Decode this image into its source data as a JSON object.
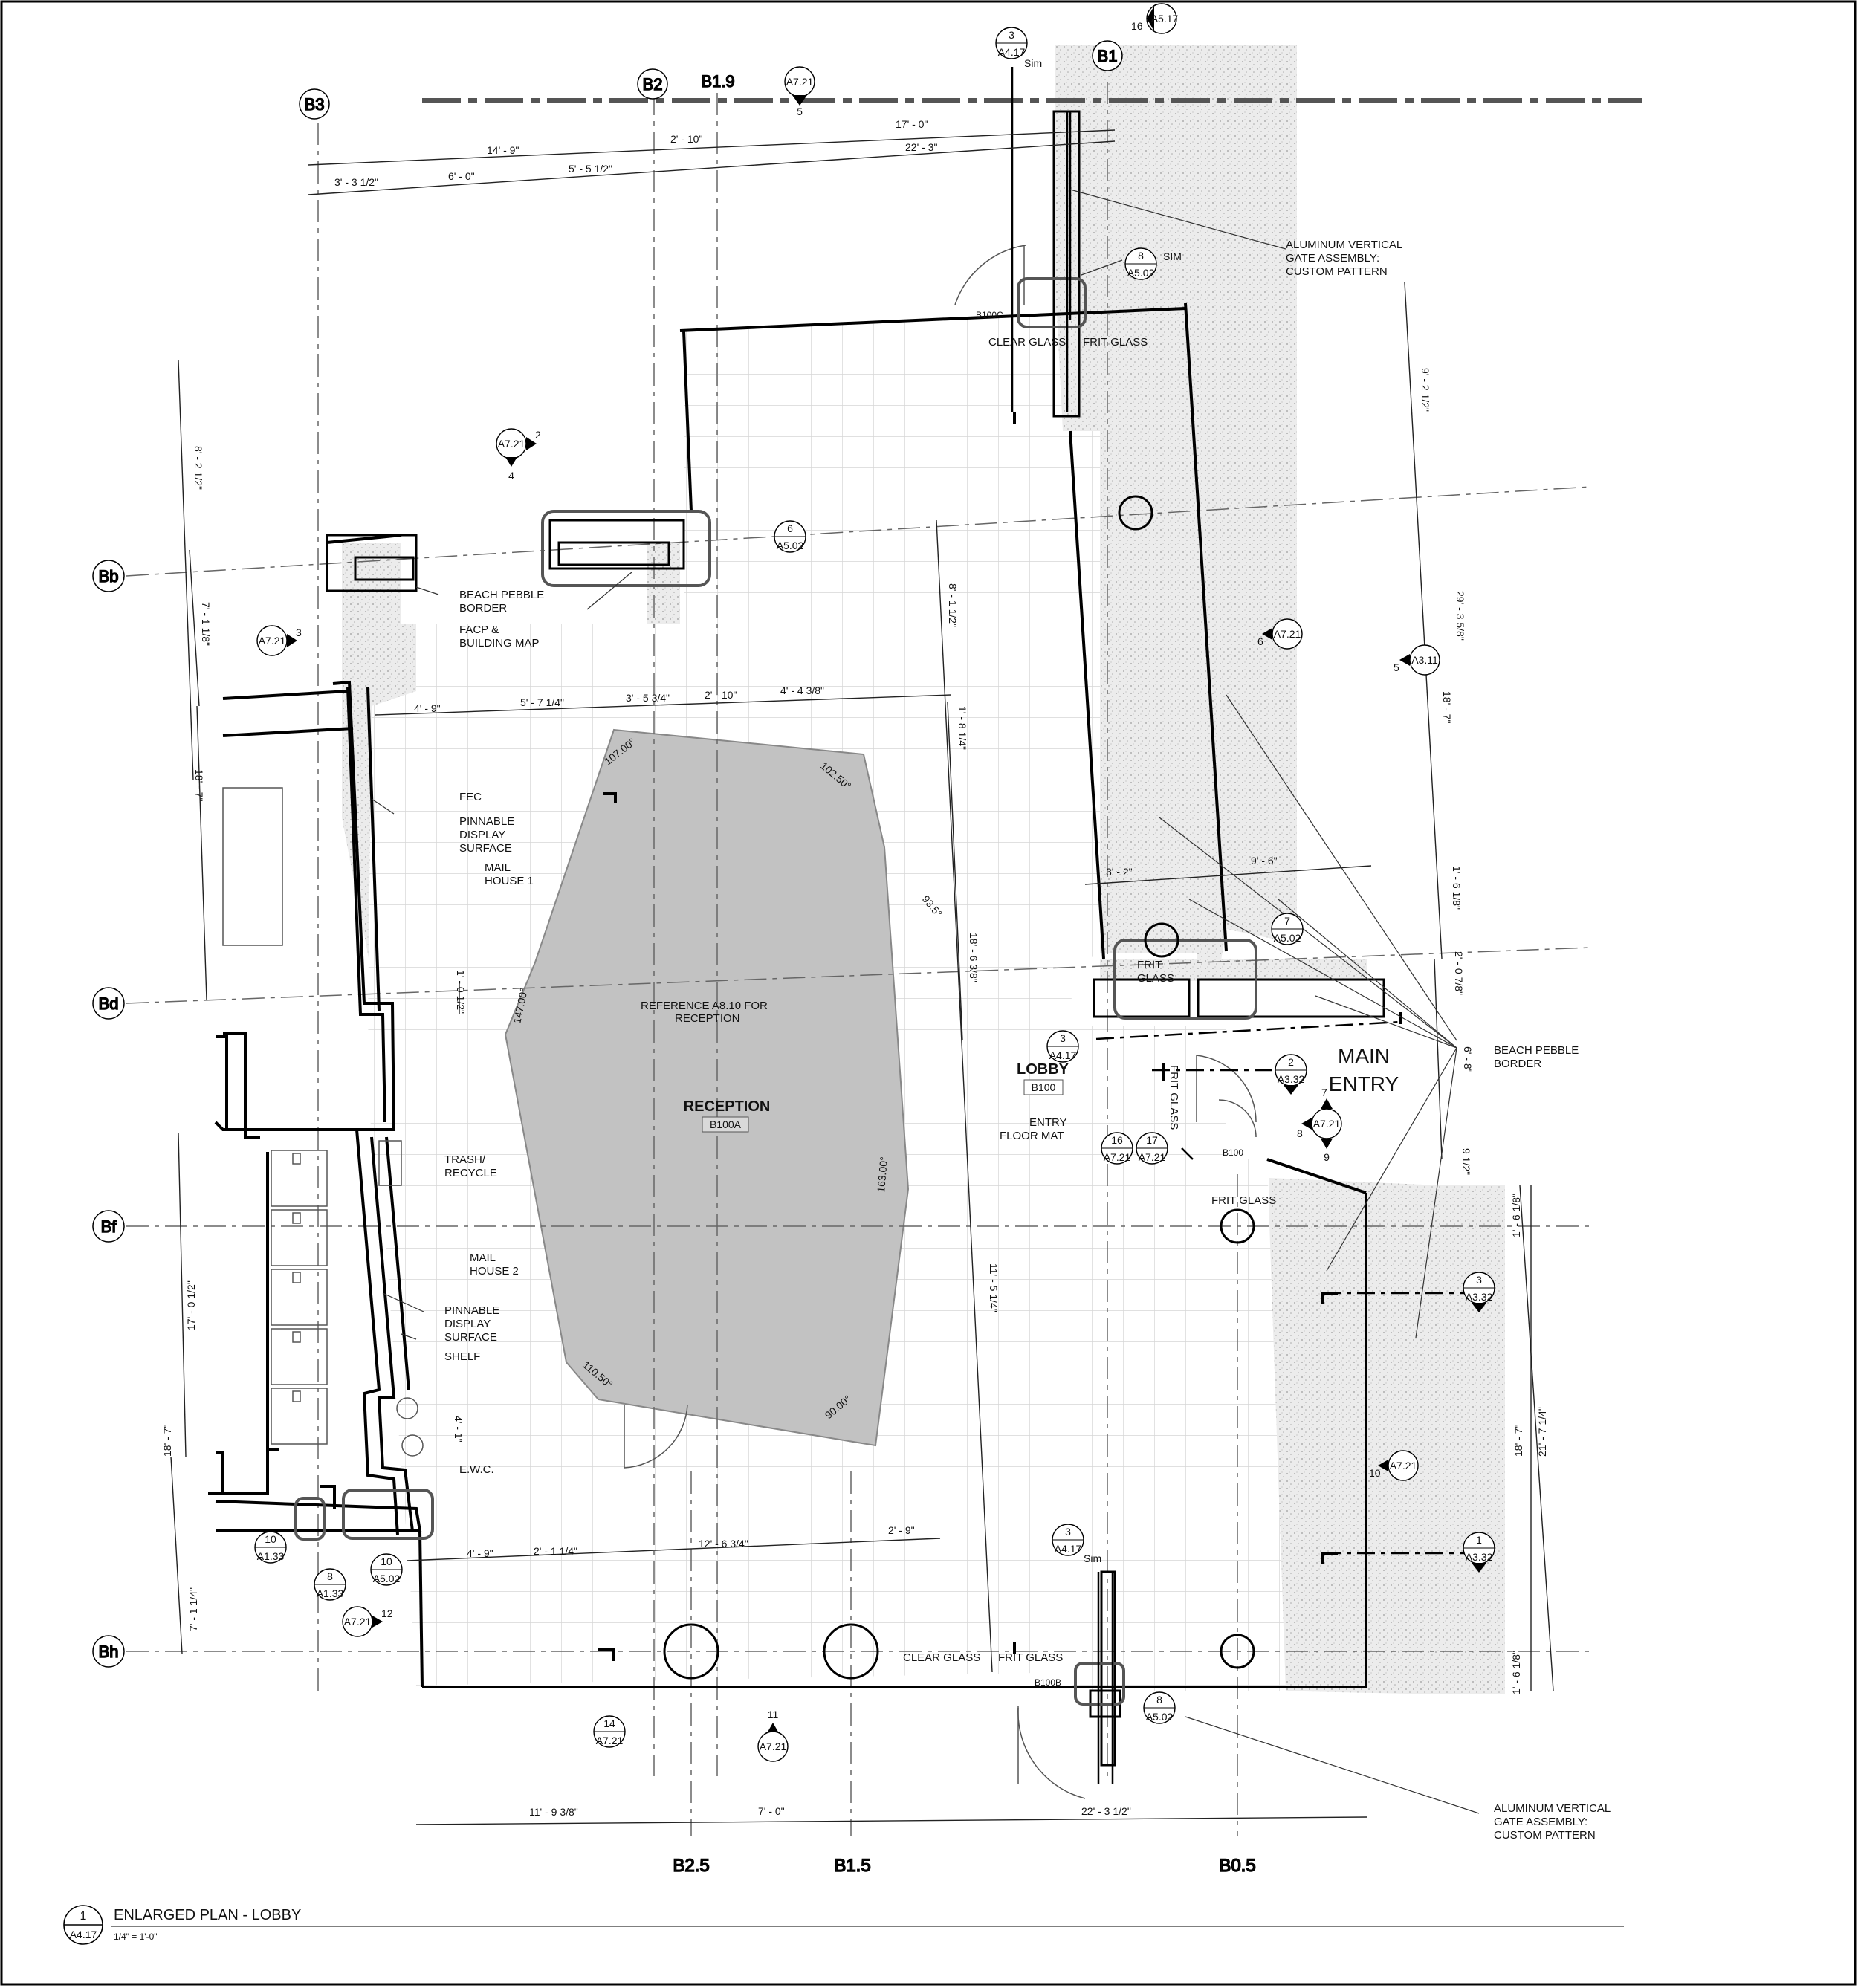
{
  "grid": {
    "columns": {
      "B3": "B3",
      "B2": "B2",
      "B1_9": "B1.9",
      "B1": "B1",
      "B2_5": "B2.5",
      "B1_5": "B1.5",
      "B0_5": "B0.5"
    },
    "rows": {
      "Bb": "Bb",
      "Bd": "Bd",
      "Bf": "Bf",
      "Bh": "Bh"
    }
  },
  "dims": {
    "top": [
      "14' - 9\"",
      "2' - 10\"",
      "17' - 0\"",
      "3' - 3 1/2\"",
      "6' - 0\"",
      "5' - 5 1/2\"",
      "22' - 3\""
    ],
    "left": [
      "8' - 2 1/2\"",
      "7' - 1 1/8\"",
      "18' - 7\"",
      "17' - 0 1/2\"",
      "18' - 7\"",
      "7' - 1 1/4\""
    ],
    "right": [
      "9' - 2 1/2\"",
      "29' - 3 5/8\"",
      "18' - 7\"",
      "1' - 6 1/8\"",
      "2' - 0 7/8\"",
      "6' - 8\"",
      "9 1/2\"",
      "1' - 6 1/8\"",
      "18' - 7\"",
      "21' - 7 1/4\"",
      "1' - 6 1/8\""
    ],
    "mid_row": [
      "4' - 9\"",
      "5' - 7 1/4\"",
      "3' - 5 3/4\"",
      "2' - 10\"",
      "4' - 4 3/8\""
    ],
    "mid_vert": [
      "8' - 1 1/2\"",
      "1' - 8 1/4\"",
      "18' - 6 3/8\"",
      "11' - 5 1/4\"",
      "1' - 0 1/2\""
    ],
    "lower_row": [
      "4' - 9\"",
      "2' - 1 1/4\"",
      "12' - 6 3/4\"",
      "2' - 9\"",
      "4' - 1\""
    ],
    "lobby_row": [
      "3' - 2\"",
      "9' - 6\""
    ],
    "bottom": [
      "11' - 9 3/8\"",
      "7' - 0\"",
      "22' - 3 1/2\""
    ],
    "angles": [
      "107.00°",
      "102.50°",
      "93.5°",
      "147.00°",
      "163.00°",
      "110.50°",
      "90.00°"
    ]
  },
  "notes": {
    "gate_top": [
      "ALUMINUM VERTICAL",
      "GATE ASSEMBLY:",
      "CUSTOM PATTERN"
    ],
    "gate_bottom": [
      "ALUMINUM VERTICAL",
      "GATE ASSEMBLY:",
      "CUSTOM PATTERN"
    ],
    "beach_pebble": [
      "BEACH PEBBLE",
      "BORDER"
    ],
    "beach_pebble_right": [
      "BEACH PEBBLE",
      "BORDER"
    ],
    "facp": [
      "FACP &",
      "BUILDING MAP"
    ],
    "fec": "FEC",
    "pinnable_1": [
      "PINNABLE",
      "DISPLAY",
      "SURFACE"
    ],
    "mail_1": [
      "MAIL",
      "HOUSE 1"
    ],
    "trash": [
      "TRASH/",
      "RECYCLE"
    ],
    "mail_2": [
      "MAIL",
      "HOUSE 2"
    ],
    "pinnable_2": [
      "PINNABLE",
      "DISPLAY",
      "SURFACE"
    ],
    "shelf": "SHELF",
    "ewc": "E.W.C.",
    "clear_glass_top": "CLEAR GLASS",
    "frit_glass_top": "FRIT GLASS",
    "frit_glass_lobby": [
      "FRIT",
      "GLASS"
    ],
    "frit_glass_vert": "FRIT GLASS",
    "frit_glass_entry": "FRIT GLASS",
    "clear_glass_bottom": "CLEAR GLASS",
    "frit_glass_bottom": "FRIT GLASS",
    "entry_mat": [
      "ENTRY",
      "FLOOR MAT"
    ],
    "reference": [
      "REFERENCE A8.10 FOR",
      "RECEPTION"
    ],
    "reception": "RECEPTION",
    "reception_no": "B100A",
    "lobby": "LOBBY",
    "lobby_no": "B100",
    "main_entry": [
      "MAIN",
      "ENTRY"
    ],
    "door_b100c": "B100C",
    "door_b100": "B100",
    "door_b100b": "B100B",
    "sim_1": "Sim",
    "sim_2": "SIM",
    "sim_3": "Sim"
  },
  "tags": {
    "t_a517": {
      "sheet": "A5.17",
      "num": "16"
    },
    "t_a417_top": {
      "num": "3",
      "sheet": "A4.17"
    },
    "t_a721_5": {
      "sheet": "A7.21",
      "num": "5"
    },
    "t_a502_8top": {
      "num": "8",
      "sheet": "A5.02"
    },
    "t_a721_2": {
      "sheet": "A7.21",
      "n1": "2",
      "n2": "4"
    },
    "t_a502_6": {
      "num": "6",
      "sheet": "A5.02"
    },
    "t_a721_3": {
      "sheet": "A7.21",
      "num": "3"
    },
    "t_a721_6": {
      "sheet": "A7.21",
      "num": "6"
    },
    "t_a311": {
      "sheet": "A3.11",
      "num": "5"
    },
    "t_a502_7": {
      "num": "7",
      "sheet": "A5.02"
    },
    "t_a417_mid": {
      "num": "3",
      "sheet": "A4.17"
    },
    "t_a332_2": {
      "num": "2",
      "sheet": "A3.32"
    },
    "t_a721_789": {
      "sheet": "A7.21",
      "n1": "7",
      "n2": "8",
      "n3": "9"
    },
    "t_a721_16": {
      "num": "16",
      "sheet": "A7.21"
    },
    "t_a721_17": {
      "num": "17",
      "sheet": "A7.21"
    },
    "t_a332_3": {
      "num": "3",
      "sheet": "A3.32"
    },
    "t_a721_10": {
      "sheet": "A7.21",
      "num": "10"
    },
    "t_a332_1": {
      "num": "1",
      "sheet": "A3.32"
    },
    "t_a133_10": {
      "num": "10",
      "sheet": "A1.33"
    },
    "t_a133_8": {
      "num": "8",
      "sheet": "A1.33"
    },
    "t_a502_10": {
      "num": "10",
      "sheet": "A5.02"
    },
    "t_a721_12": {
      "sheet": "A7.21",
      "num": "12"
    },
    "t_a417_bot": {
      "num": "3",
      "sheet": "A4.17"
    },
    "t_a502_8bot": {
      "num": "8",
      "sheet": "A5.02"
    },
    "t_a721_14": {
      "num": "14",
      "sheet": "A7.21"
    },
    "t_a721_11": {
      "num": "11",
      "sheet": "A7.21"
    }
  },
  "title_block": {
    "num": "1",
    "sheet": "A4.17",
    "title": "ENLARGED PLAN - LOBBY",
    "scale": "1/4\" = 1'-0\""
  }
}
